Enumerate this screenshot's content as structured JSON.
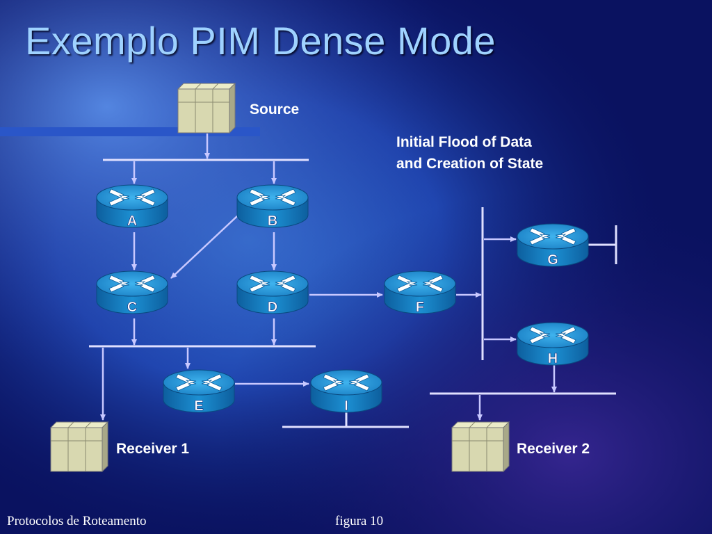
{
  "slide": {
    "title": "Exemplo PIM Dense Mode",
    "annotation_line1": "Initial Flood of Data",
    "annotation_line2": "and Creation of State",
    "footer_left": "Protocolos de Roteamento",
    "footer_right": "figura 10"
  },
  "hosts": {
    "source": "Source",
    "receiver1": "Receiver 1",
    "receiver2": "Receiver 2"
  },
  "routers": {
    "A": "A",
    "B": "B",
    "C": "C",
    "D": "D",
    "E": "E",
    "F": "F",
    "G": "G",
    "H": "H",
    "I": "I"
  },
  "colors": {
    "background": "#0a1260",
    "title": "#9fd2ff",
    "link": "#c8c8ff",
    "router": "#1e8fd0",
    "host": "#d8d8b0"
  }
}
